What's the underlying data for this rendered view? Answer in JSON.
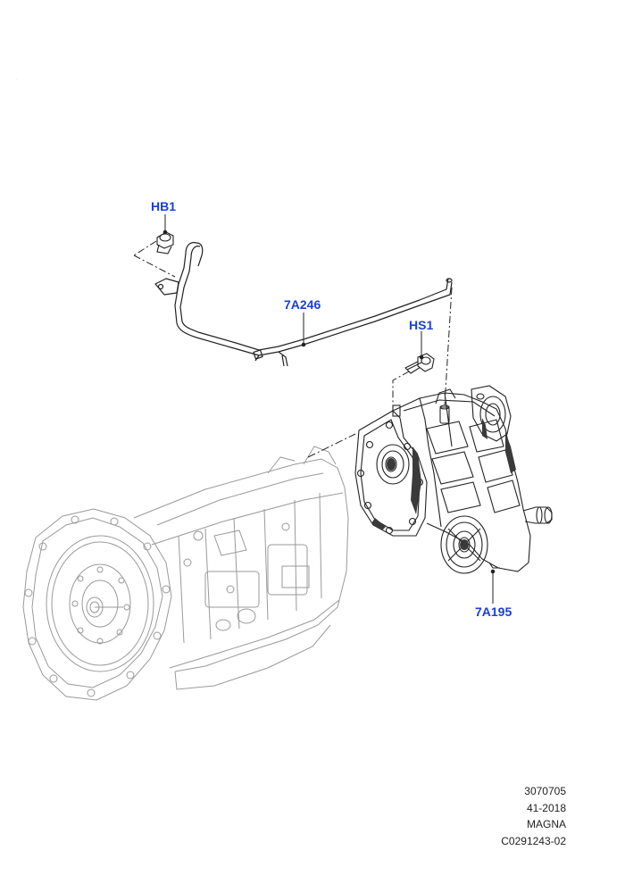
{
  "callouts": {
    "hb1": "HB1",
    "a246": "7A246",
    "hs1": "HS1",
    "a195": "7A195"
  },
  "meta": {
    "code": "3070705",
    "date": "41-2018",
    "supplier": "MAGNA",
    "illustration_id": "C0291243-02"
  },
  "colors": {
    "callout": "#1a3fd8",
    "line_art": "#222222",
    "ghost_line_art": "#9a9a9a"
  }
}
